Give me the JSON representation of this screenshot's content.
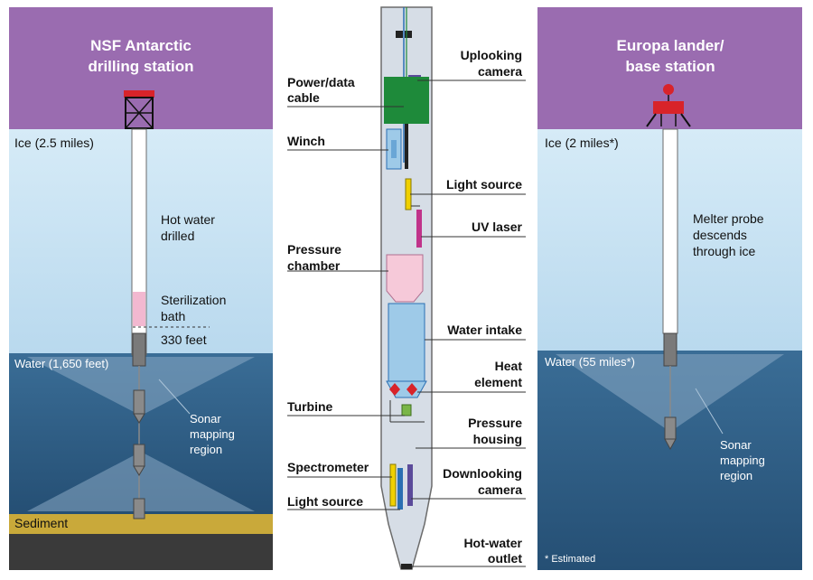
{
  "left_panel": {
    "title_line1": "NSF Antarctic",
    "title_line2": "drilling station",
    "ice_label": "Ice (2.5 miles)",
    "drill_line1": "Hot water",
    "drill_line2": "drilled",
    "steril_line1": "Sterilization",
    "steril_line2": "bath",
    "depth_label": "330 feet",
    "water_label": "Water (1,650 feet)",
    "sonar_line1": "Sonar",
    "sonar_line2": "mapping",
    "sonar_line3": "region",
    "sediment_label": "Sediment"
  },
  "center_panel": {
    "left_labels": {
      "power_line1": "Power/data",
      "power_line2": "cable",
      "winch": "Winch",
      "pressure_line1": "Pressure",
      "pressure_line2": "chamber",
      "turbine": "Turbine",
      "spectrometer": "Spectrometer",
      "light_source_bottom": "Light source"
    },
    "right_labels": {
      "uplooking_line1": "Uplooking",
      "uplooking_line2": "camera",
      "light_source_top": "Light source",
      "uv_laser": "UV laser",
      "water_intake": "Water intake",
      "heat_line1": "Heat",
      "heat_line2": "element",
      "housing_line1": "Pressure",
      "housing_line2": "housing",
      "downlooking_line1": "Downlooking",
      "downlooking_line2": "camera",
      "outlet_line1": "Hot-water",
      "outlet_line2": "outlet"
    }
  },
  "right_panel": {
    "title_line1": "Europa lander/",
    "title_line2": "base station",
    "ice_label": "Ice (2 miles*)",
    "melter_line1": "Melter probe",
    "melter_line2": "descends",
    "melter_line3": "through ice",
    "water_label": "Water (55 miles*)",
    "sonar_line1": "Sonar",
    "sonar_line2": "mapping",
    "sonar_line3": "region",
    "footnote": "* Estimated"
  },
  "colors": {
    "sky": "#9a6cb0",
    "ice": "#c8e2f2",
    "water": "#2e5d86",
    "sediment": "#c9a93a",
    "bedrock": "#3a3a3a",
    "probe_blue": "#9ecae8",
    "probe_green": "#1e8a3a",
    "heat_red": "#d8232a",
    "lander_red": "#d8232a"
  }
}
